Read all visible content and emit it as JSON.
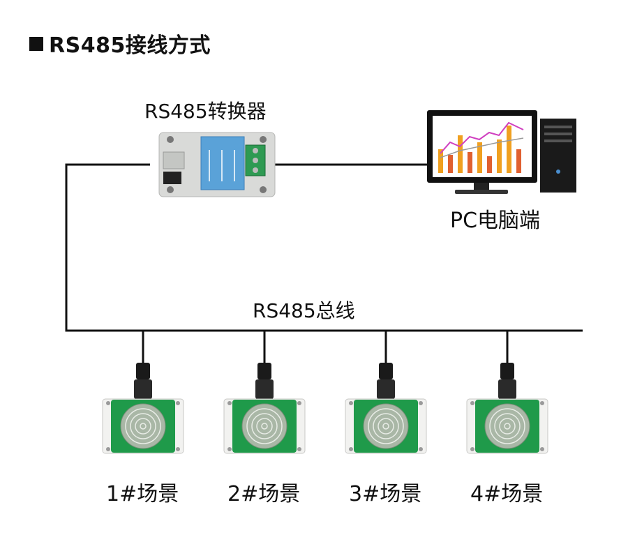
{
  "title": "RS485接线方式",
  "converter_label": "RS485转换器",
  "pc_label": "PC电脑端",
  "bus_label": "RS485总线",
  "sensors": [
    {
      "label": "1#场景"
    },
    {
      "label": "2#场景"
    },
    {
      "label": "3#场景"
    },
    {
      "label": "4#场景"
    }
  ],
  "colors": {
    "line": "#111111",
    "pcb_green": "#1f9a4a",
    "converter_blue": "#4a8fd0",
    "terminal_green": "#2e9a52",
    "chart_orange": "#f0a020",
    "chart_line": "#d040c0"
  }
}
